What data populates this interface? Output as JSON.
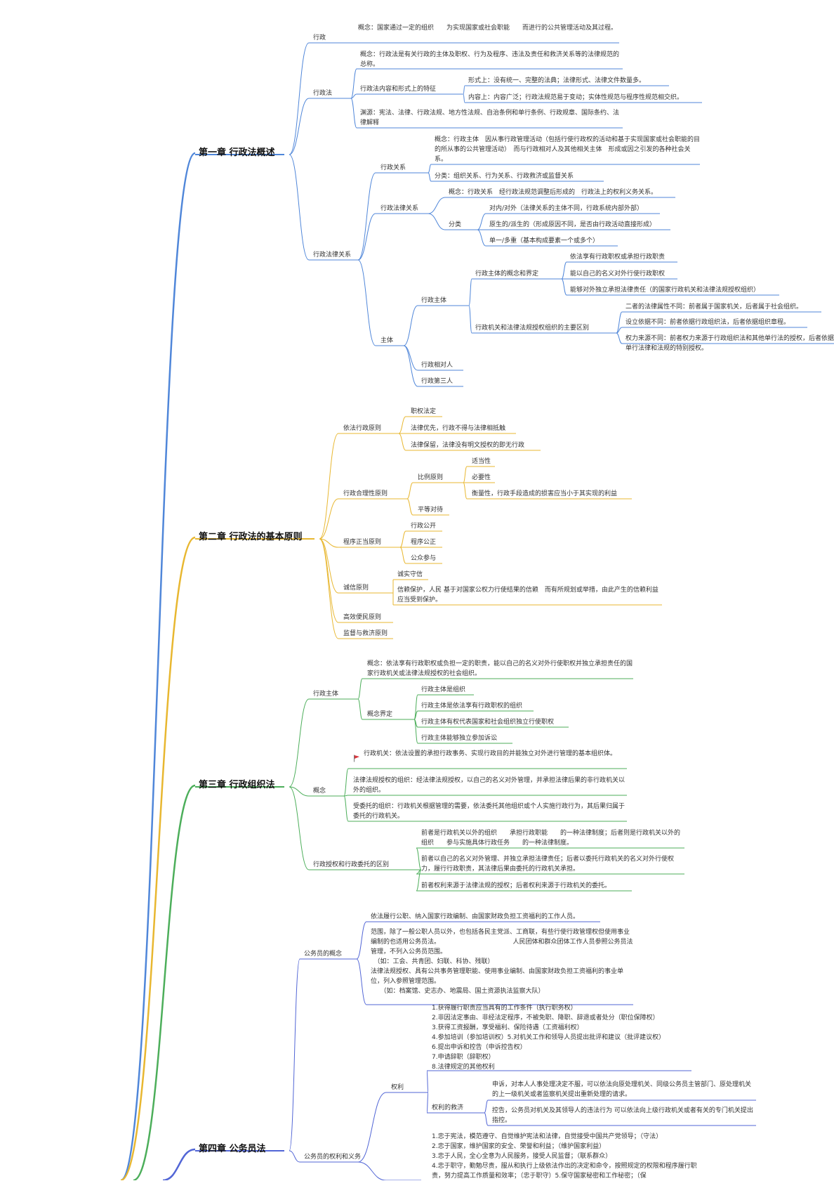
{
  "chapters": [
    {
      "title": "第一章 行政法概述",
      "color": "#4f86d9"
    },
    {
      "title": "第二章 行政法的基本原则",
      "color": "#e8b730"
    },
    {
      "title": "第三章 行政组织法",
      "color": "#4cae5a"
    },
    {
      "title": "第四章 公务员法",
      "color": "#5266d6"
    }
  ],
  "ch1": {
    "xz": "行政",
    "xz_concept": "概念：国家通过一定的组织　　为实现国家或社会职能　　而进行的公共管理活动及其过程。",
    "xzf": "行政法",
    "xzf_concept": "概念：行政法是有关行政的主体及职权、行为及程序、违法及责任和救济关系等的法律规范的总称。",
    "xzf_feature": "行政法内容和形式上的特征",
    "feat_form": "形式上：没有统一、完整的法典；法律形式、法律文件数量多。",
    "feat_content": "内容上：内容广泛；行政法规范易于变动；实体性规范与程序性规范相交织。",
    "xzf_source": "渊源：宪法、法律、行政法规、地方性法规、自治条例和单行条例、行政规章、国际条约、法律解释",
    "rel": "行政法律关系",
    "xzgx": "行政关系",
    "xzgx_concept": "概念：行政主体　因从事行政管理活动（包括行使行政权的活动和基于实现国家或社会职能的目的所从事的公共管理活动）　而与行政相对人及其他相关主体　形成或因之引发的各种社会关系。",
    "xzgx_class": "分类：组织关系、行为关系、行政救济或监督关系",
    "xzflgx": "行政法律关系",
    "xzflgx_concept": "概念：行政关系　经行政法规范调整后形成的　行政法上的权利义务关系。",
    "xzflgx_class": "分类",
    "class1": "对内/对外（法律关系的主体不同，行政系统内部外部）",
    "class2": "原生的/派生的（形成原因不同，是否由行政活动直接形成）",
    "class3": "单一/多重（基本构成要素一个或多个）",
    "zt": "主体",
    "xzzt": "行政主体",
    "xzzt_def": "行政主体的概念和界定",
    "def1": "依法享有行政职权或承担行政职责",
    "def2": "能以自己的名义对外行使行政职权",
    "def3": "能够对外独立承担法律责任（的国家行政机关和法律法规授权组织）",
    "xzzt_diff": "行政机关和法律法规授权组织的主要区别",
    "diff1": "二者的法律属性不同：前者属于国家机关，后者属于社会组织。",
    "diff2": "设立依据不同：前者依据行政组织法，后者依据组织章程。",
    "diff3": "权力来源不同：前者权力来源于行政组织法和其他单行法的授权，后者依据单行法律和法规的特别授权。",
    "xdr": "行政相对人",
    "dsr": "行政第三人"
  },
  "ch2": {
    "p1": "依法行政原则",
    "p1a": "职权法定",
    "p1b": "法律优先，行政不得与法律相抵触",
    "p1c": "法律保留，法律没有明文授权的即无行政",
    "p2": "行政合理性原则",
    "p2a": "比例原则",
    "p2a1": "适当性",
    "p2a2": "必要性",
    "p2a3": "衡量性，行政手段造成的损害应当小于其实现的利益",
    "p2b": "平等对待",
    "p3": "程序正当原则",
    "p3a": "行政公开",
    "p3b": "程序公正",
    "p3c": "公众参与",
    "p4": "诚信原则",
    "p4a": "诚实守信",
    "p4b": "信赖保护，人民 基于对国家公权力行使结果的信赖　而有所规划或举措，由此产生的信赖利益应当受到保护。",
    "p5": "高效便民原则",
    "p6": "监督与救济原则"
  },
  "ch3": {
    "zt": "行政主体",
    "zt_concept": "概念：依法享有行政职权或负担一定的职责，能以自己的名义对外行使职权并独立承担责任的国家行政机关或法律法规授权的社会组织。",
    "zt_def": "概念界定",
    "d1": "行政主体是组织",
    "d2": "行政主体是依法享有行政职权的组织",
    "d3": "行政主体有权代表国家和社会组织独立行使职权",
    "d4": "行政主体能够独立参加诉讼",
    "gn": "概念",
    "gn1": "行政机关：依法设置的承担行政事务、实现行政目的并能独立对外进行管理的基本组织体。",
    "gn2": "法律法规授权的组织：经法律法规授权，以自己的名义对外管理，并承担法律后果的非行政机关以外的组织。",
    "gn3": "受委托的组织：行政机关根据管理的需要，依法委托其他组织或个人实施行政行为，其后果归属于委托的行政机关。",
    "qb": "行政授权和行政委托的区别",
    "qb1": "前者是行政机关以外的组织　　承担行政职能　　的一种法律制度；后者则是行政机关以外的组织　　参与实施具体行政任务　　的一种法律制度。",
    "qb2": "前者以自己的名义对外管理、并独立承担法律责任；后者以委托行政机关的名义对外行使权力，履行行政职责，其法律后果由委托的行政机关承担。",
    "qb3": "前者权利来源于法律法规的授权；后者权利来源于行政机关的委托。"
  },
  "ch4": {
    "gwy": "公务员的概念",
    "gwy1": "依法履行公职、纳入国家行政编制、由国家财政负担工资福利的工作人员。",
    "gwy2": "范围，除了一般公职人员以外，也包括各民主党派、工商联，有些行使行政管理权但使用事业编制的也适用公务员法。　　　　　　　　　　　　人民团体和群众团体工作人员参照公务员法管理，不列入公务员范围。\n　（如：工会、共青团、妇联、科协、残联）\n法律法规授权、具有公共事务管理职能、使用事业编制、由国家财政负担工资福利的事业单位，列入参照管理范围。\n　　（如：档案馆、史志办、地震局、国土资源执法监察大队）",
    "qlyw": "公务员的权利和义务",
    "ql": "权利",
    "ql_list": "1.获得履行职责应当具有的工作条件（执行职务权）\n2.非因法定事由、非经法定程序，不被免职、降职、辞退或者处分（职位保障权）\n3.获得工资报酬，享受福利、保险待遇（工资福利权）\n4.参加培训（参加培训权）5.对机关工作和领导人员提出批评和建议（批评建议权）\n6.提出申诉和控告（申诉控告权）\n7.申请辞职（辞职权）\n8.法律规定的其他权利",
    "jj": "权利的救济",
    "jj1": "申诉，对本人人事处理决定不服，可以依法向原处理机关、同级公务员主管部门、原处理机关的上一级机关或者监察机关提出重新处理的请求。",
    "jj2": "控告，公务员对机关及其领导人的违法行为 可以依法向上级行政机关或者有关的专门机关提出指控。",
    "yw_list": "1.忠于宪法，模范遵守、自觉维护宪法和法律，自觉接受中国共产党领导；（守法）\n2.忠于国家，维护国家的安全、荣誉和利益；（维护国家利益）\n3.忠于人民，全心全意为人民服务，接受人民监督；（联系群众）\n4.忠于职守，勤勉尽责，服从和执行上级依法作出的决定和命令，按照规定的权限和程序履行职责，努力提高工作质量和效率；（忠于职守）5.保守国家秘密和工作秘密；（保"
  }
}
